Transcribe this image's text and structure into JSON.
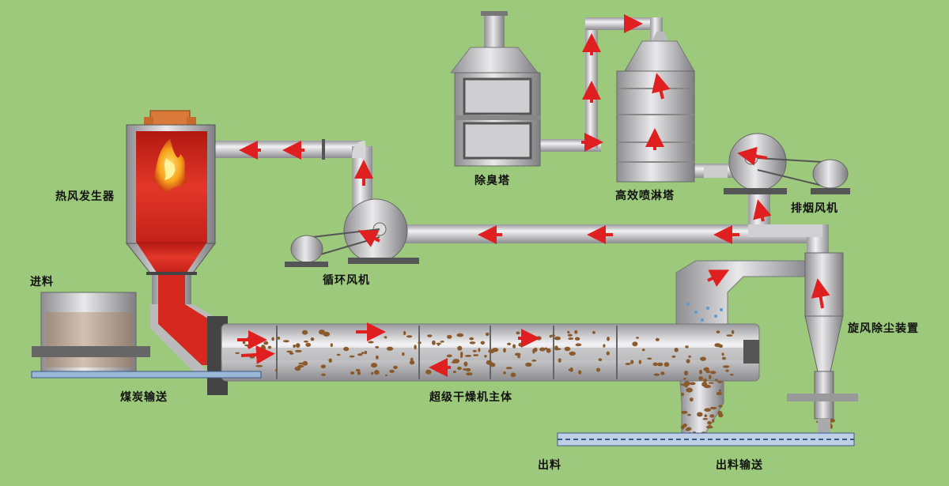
{
  "labels": {
    "feed": "进料",
    "coal_conveying": "煤炭输送",
    "hot_air_generator": "热风发生器",
    "circulation_fan": "循环风机",
    "deodorization_tower": "除臭塔",
    "efficient_spray_tower": "高效喷淋塔",
    "exhaust_fan": "排烟风机",
    "cyclone_dust_collector": "旋风除尘装置",
    "dryer_main_body": "超级干燥机主体",
    "discharge": "出料",
    "discharge_conveying": "出料输送"
  },
  "colors": {
    "background": "#9cc97c",
    "pipe": "#d3d3d5",
    "flow_arrow": "#e02020",
    "hot_air": "#d6281e",
    "material": "#8a5a2b"
  }
}
